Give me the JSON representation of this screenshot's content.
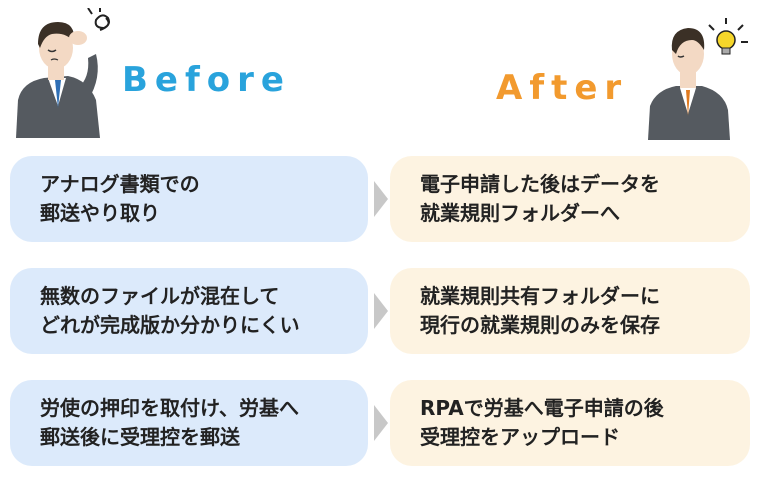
{
  "before": {
    "heading": "Before",
    "items": [
      {
        "line1": "アナログ書類での",
        "line2": "郵送やり取り"
      },
      {
        "line1": "無数のファイルが混在して",
        "line2": "どれが完成版か分かりにくい"
      },
      {
        "line1": "労使の押印を取付け、労基へ",
        "line2": "郵送後に受理控を郵送"
      }
    ]
  },
  "after": {
    "heading": "After",
    "items": [
      {
        "line1": "電子申請した後はデータを",
        "line2": "就業規則フォルダーへ"
      },
      {
        "line1": "就業規則共有フォルダーに",
        "line2": "現行の就業規則のみを保存"
      },
      {
        "line1": "RPAで労基へ電子申請の後",
        "line2": "受理控をアップロード"
      }
    ]
  },
  "colors": {
    "before_accent": "#29a3dc",
    "after_accent": "#f29a2e",
    "before_card": "#dceafb",
    "after_card": "#fdf3e1",
    "arrow": "#c8c8c8"
  },
  "icons": {
    "before_illustration": "worried-businessman-icon",
    "after_illustration": "idea-businessman-icon",
    "arrow": "chevron-right-icon"
  }
}
